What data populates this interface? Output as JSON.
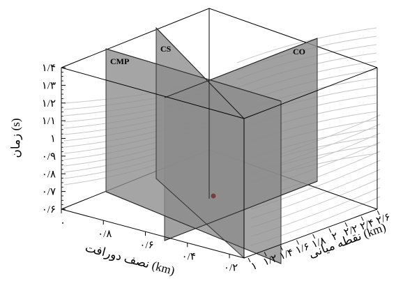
{
  "planes": {
    "cmp": "CMP",
    "cs": "CS",
    "co": "CO"
  },
  "axes": {
    "time": {
      "title": "زمان  (s)",
      "ticks": [
        "۱/۴",
        "۱/۳",
        "۱/۲",
        "۱/۱",
        "۱",
        "۰/۹",
        "۰/۸",
        "۰/۷",
        "۰/۶"
      ]
    },
    "half_offset": {
      "title": "نصف دورافت (km)",
      "ticks": [
        "۰",
        "۰/۸",
        "۰/۶",
        "۰/۴",
        "۰/۲"
      ]
    },
    "midpoint": {
      "title": "نقطه میانی (km)",
      "ticks": [
        "۱",
        "۱/۲",
        "۱/۴",
        "۱/۶",
        "۱/۸",
        "۲",
        "۲/۲",
        "۲/۴",
        "۲/۶"
      ]
    }
  },
  "colors": {
    "plane_fill": "#8c8c8c",
    "frame": "#000000",
    "curves": "#c8c8c8",
    "marker": "#7a3d3d"
  }
}
